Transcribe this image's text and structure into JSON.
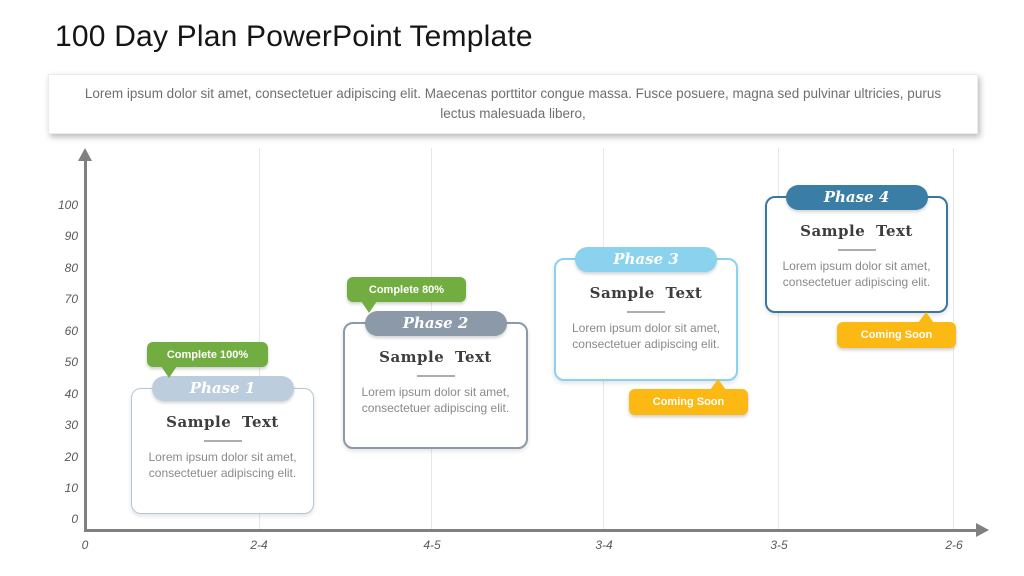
{
  "slide": {
    "title": "100 Day Plan PowerPoint Template",
    "description": "Lorem ipsum dolor sit amet, consectetuer adipiscing elit. Maecenas porttitor congue massa. Fusce posuere, magna sed pulvinar ultricies, purus lectus malesuada libero,"
  },
  "axes": {
    "y_ticks": [
      "100",
      "90",
      "80",
      "70",
      "60",
      "50",
      "40",
      "30",
      "20",
      "10",
      "0"
    ],
    "x_ticks": [
      "0",
      "2-4",
      "4-5",
      "3-4",
      "3-5",
      "2-6"
    ]
  },
  "phases": [
    {
      "label": "Phase 1",
      "heading": "Sample Text",
      "body": "Lorem ipsum dolor sit amet, consectetuer adipiscing elit.",
      "badge": "Complete 100%",
      "badge_type": "complete",
      "color": "#bccdde"
    },
    {
      "label": "Phase 2",
      "heading": "Sample Text",
      "body": "Lorem ipsum dolor sit amet, consectetuer adipiscing elit.",
      "badge": "Complete 80%",
      "badge_type": "complete",
      "color": "#8b99a8"
    },
    {
      "label": "Phase 3",
      "heading": "Sample Text",
      "body": "Lorem ipsum dolor sit amet, consectetuer adipiscing elit.",
      "badge": "Coming Soon",
      "badge_type": "coming-soon",
      "color": "#8bd2ee"
    },
    {
      "label": "Phase 4",
      "heading": "Sample Text",
      "body": "Lorem ipsum dolor sit amet, consectetuer adipiscing elit.",
      "badge": "Coming Soon",
      "badge_type": "coming-soon",
      "color": "#3a7da5"
    }
  ],
  "colors": {
    "complete_badge": "#72ad42",
    "coming_soon_badge": "#fcb813",
    "axis": "#808080",
    "gridline": "#e7e7e7",
    "tick_text": "#595959"
  }
}
